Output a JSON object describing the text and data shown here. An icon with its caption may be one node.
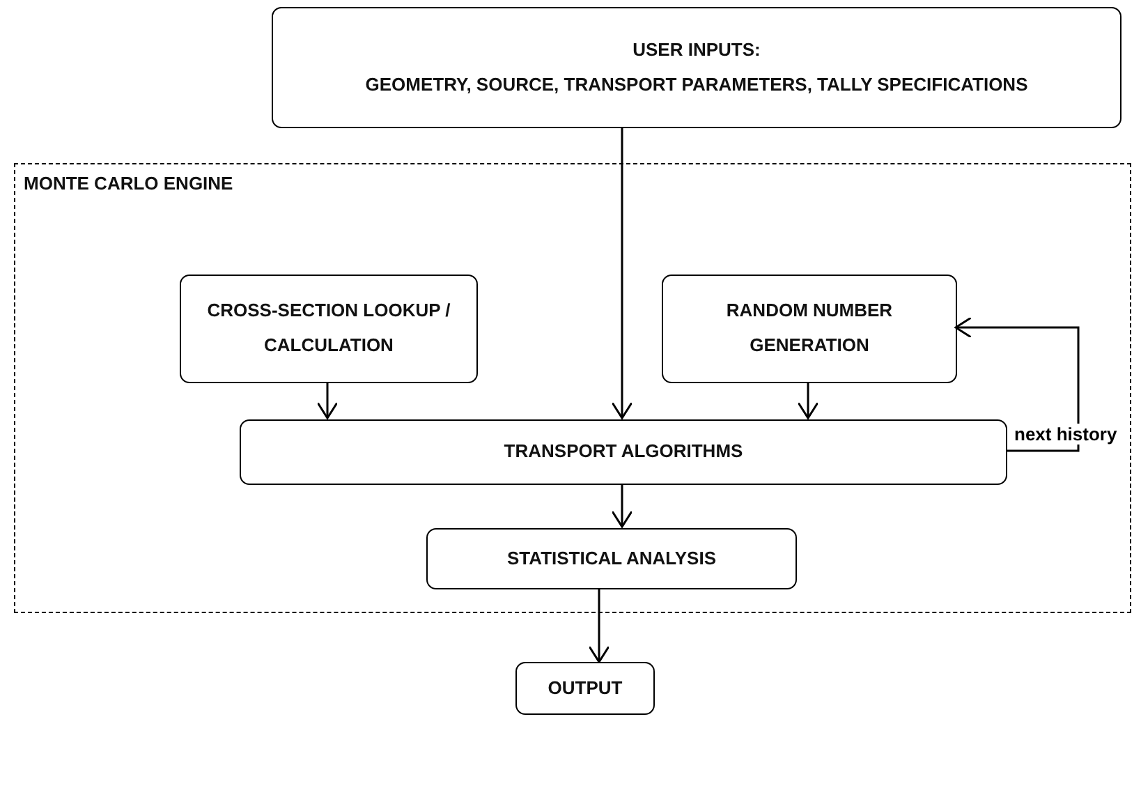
{
  "diagram": {
    "nodes": [
      {
        "text": [
          "USER INPUTS:",
          "GEOMETRY, SOURCE, TRANSPORT PARAMETERS, TALLY SPECIFICATIONS"
        ]
      },
      {
        "text": [
          "MONTE CARLO ENGINE"
        ]
      },
      {
        "text": [
          "CROSS-SECTION LOOKUP / CALCULATION"
        ],
        "in": 1
      },
      {
        "text": [
          "RANDOM NUMBER GENERATION"
        ],
        "in": 1
      },
      {
        "text": [
          "TRANSPORT ALGORITHMS"
        ],
        "in": 1
      },
      {
        "text": [
          "STATISTICAL ANALYSIS"
        ],
        "in": 1
      },
      {
        "text": [
          "OUTPUT"
        ]
      }
    ],
    "edges": [
      {
        "from": 0,
        "to": 4,
        "arrow": "to"
      },
      {
        "from": 2,
        "to": 4,
        "arrow": "to"
      },
      {
        "from": 3,
        "to": 4,
        "arrow": "to"
      },
      {
        "from": 4,
        "to": 3,
        "arrow": "to",
        "label": "next history"
      },
      {
        "from": 4,
        "to": 5,
        "arrow": "to"
      },
      {
        "from": 5,
        "to": 6,
        "arrow": "to"
      }
    ]
  }
}
